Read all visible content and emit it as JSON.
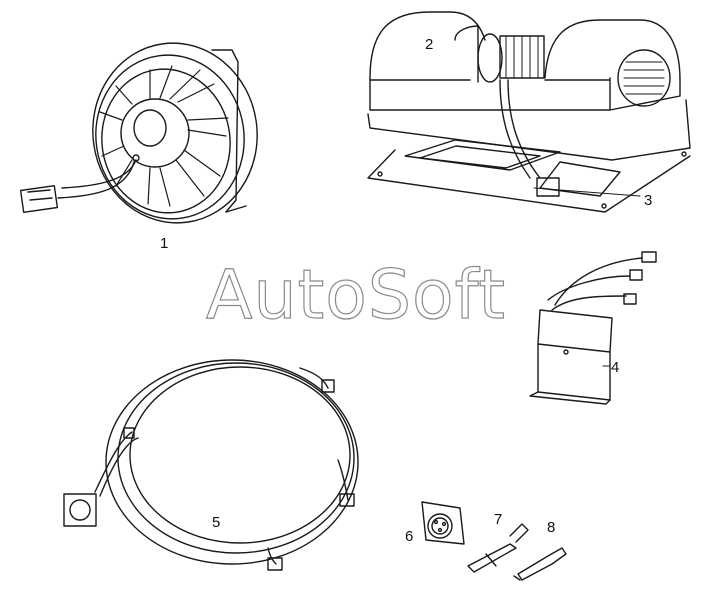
{
  "watermark": "AutoSoft",
  "callouts": [
    "1",
    "2",
    "3",
    "4",
    "5",
    "6",
    "7",
    "8"
  ],
  "colors": {
    "line": "#1a1a1a",
    "shade": "#d8d8d8",
    "background": "#ffffff",
    "watermark_outline": "#8a8a8a"
  }
}
